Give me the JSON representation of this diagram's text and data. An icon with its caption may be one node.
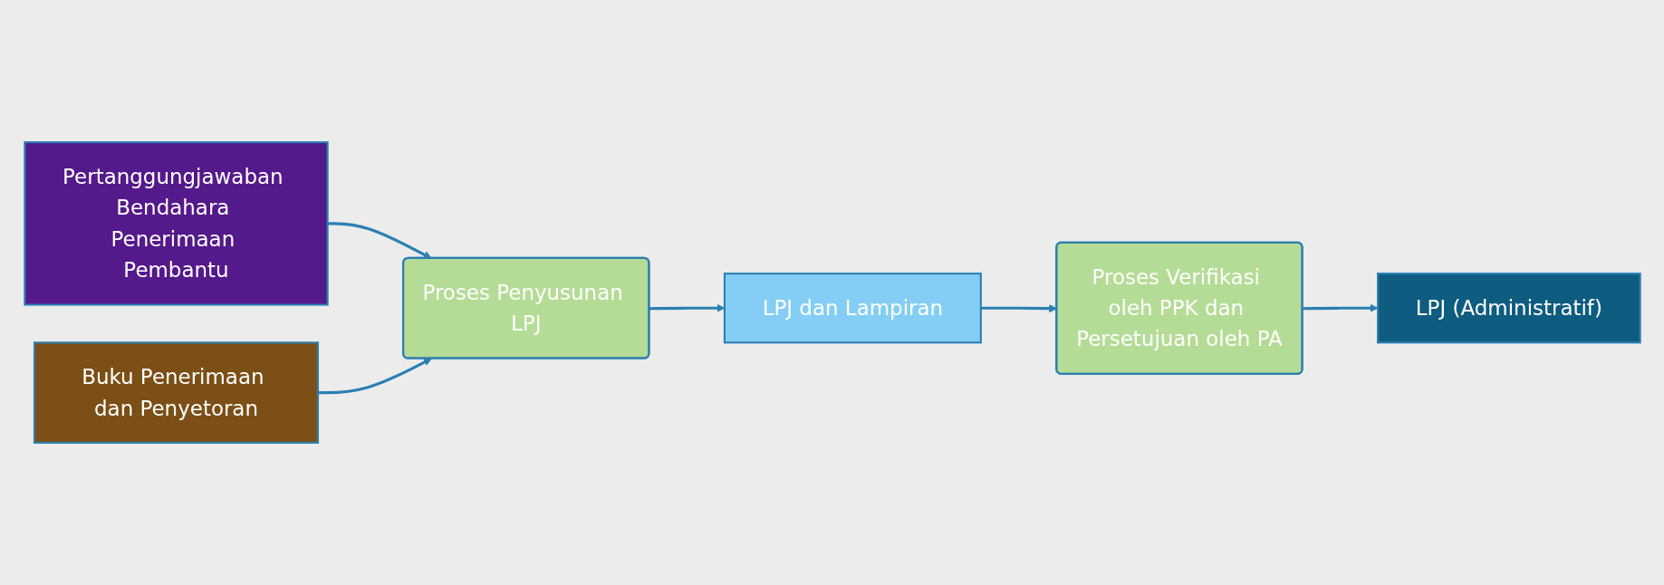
{
  "diagram": {
    "nodes": [
      {
        "text": [
          "Pertanggungjawaban Bendahara Penerimaan Pembantu"
        ]
      },
      {
        "text": [
          "Buku Penerimaan dan Penyetoran"
        ]
      },
      {
        "text": [
          "Proses Penyusunan LPJ"
        ]
      },
      {
        "text": [
          "LPJ dan Lampiran"
        ]
      },
      {
        "text": [
          "Proses Verifikasi oleh PPK dan Persetujuan oleh PA"
        ]
      },
      {
        "text": [
          "LPJ (Administratif)"
        ]
      }
    ],
    "edges": [
      {
        "from": 0,
        "to": 2,
        "arrow": "to"
      },
      {
        "from": 1,
        "to": 2,
        "arrow": "to"
      },
      {
        "from": 2,
        "to": 3,
        "arrow": "to"
      },
      {
        "from": 3,
        "to": 4,
        "arrow": "to"
      },
      {
        "from": 4,
        "to": 5,
        "arrow": "to"
      }
    ]
  }
}
